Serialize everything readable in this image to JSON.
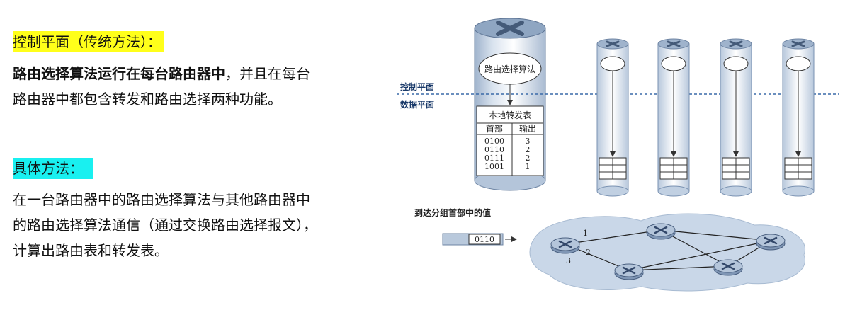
{
  "left": {
    "heading1": "控制平面（传统方法）：",
    "p1_bold": "路由选择算法运行在每台路由器中",
    "p1_rest": "，并且在每台",
    "p1_line2": "路由器中都包含转发和路由选择两种功能。",
    "heading2": "具体方法：",
    "p2_line1": "在一台路由器中的路由选择算法与其他路由器中",
    "p2_line2": "的路由选择算法通信（通过交换路由选择报文），",
    "p2_line3": "计算出路由表和转发表。"
  },
  "figure": {
    "algo_label": "路由选择算法",
    "control_plane_label": "控制平面",
    "data_plane_label": "数据平面",
    "table": {
      "title": "本地转发表",
      "col_header": "首部",
      "col_output": "输出",
      "rows": [
        {
          "header": "0100",
          "output": "3"
        },
        {
          "header": "0110",
          "output": "2"
        },
        {
          "header": "0111",
          "output": "2"
        },
        {
          "header": "1001",
          "output": "1"
        }
      ]
    },
    "arrival_label": "到达分组首部中的值",
    "packet_value": "0110",
    "port_labels": [
      "1",
      "2",
      "3"
    ]
  }
}
